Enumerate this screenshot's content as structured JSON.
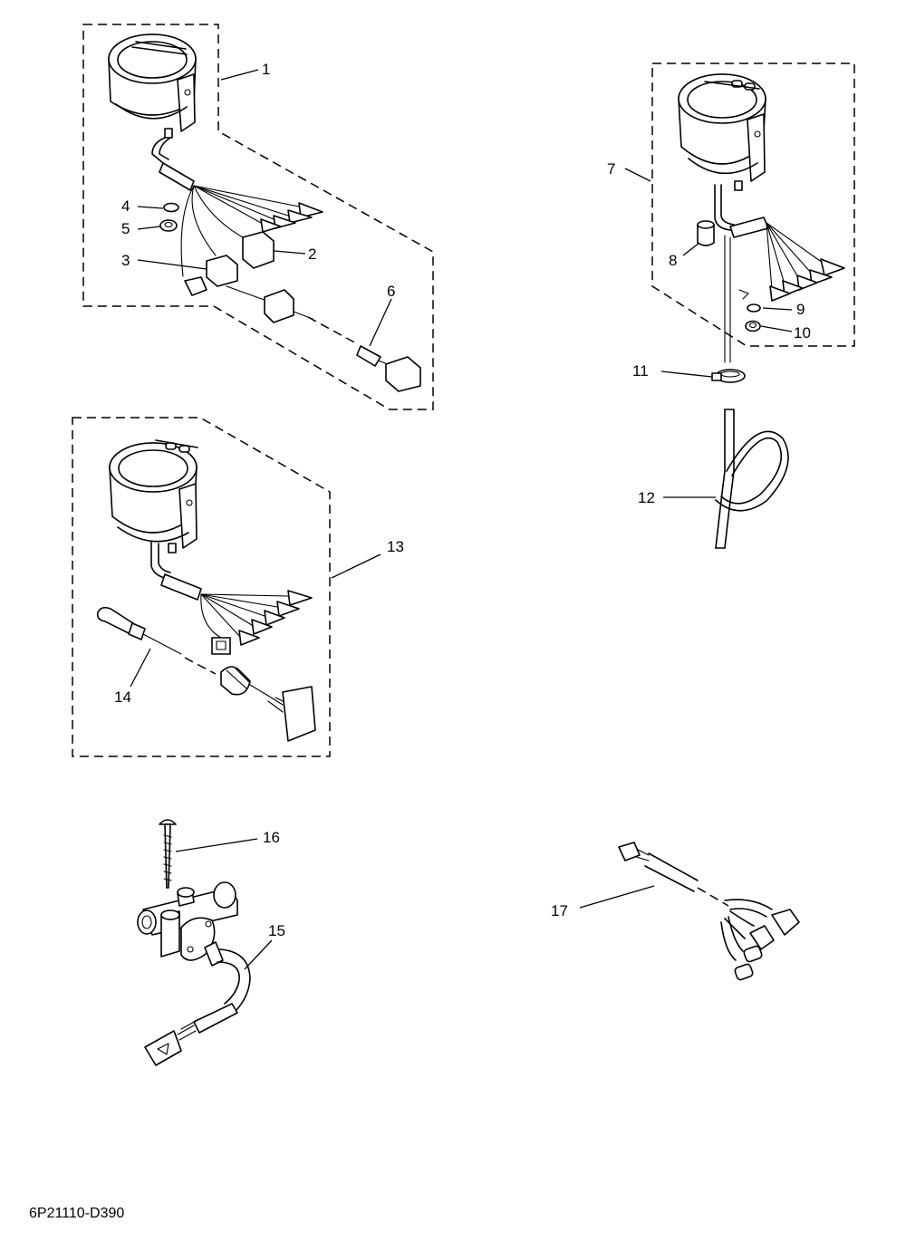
{
  "document_code": "6P21110-D390",
  "callouts": {
    "c1": "1",
    "c2": "2",
    "c3": "3",
    "c4": "4",
    "c5": "5",
    "c6": "6",
    "c7": "7",
    "c8": "8",
    "c9": "9",
    "c10": "10",
    "c11": "11",
    "c12": "12",
    "c13": "13",
    "c14": "14",
    "c15": "15",
    "c16": "16",
    "c17": "17"
  }
}
